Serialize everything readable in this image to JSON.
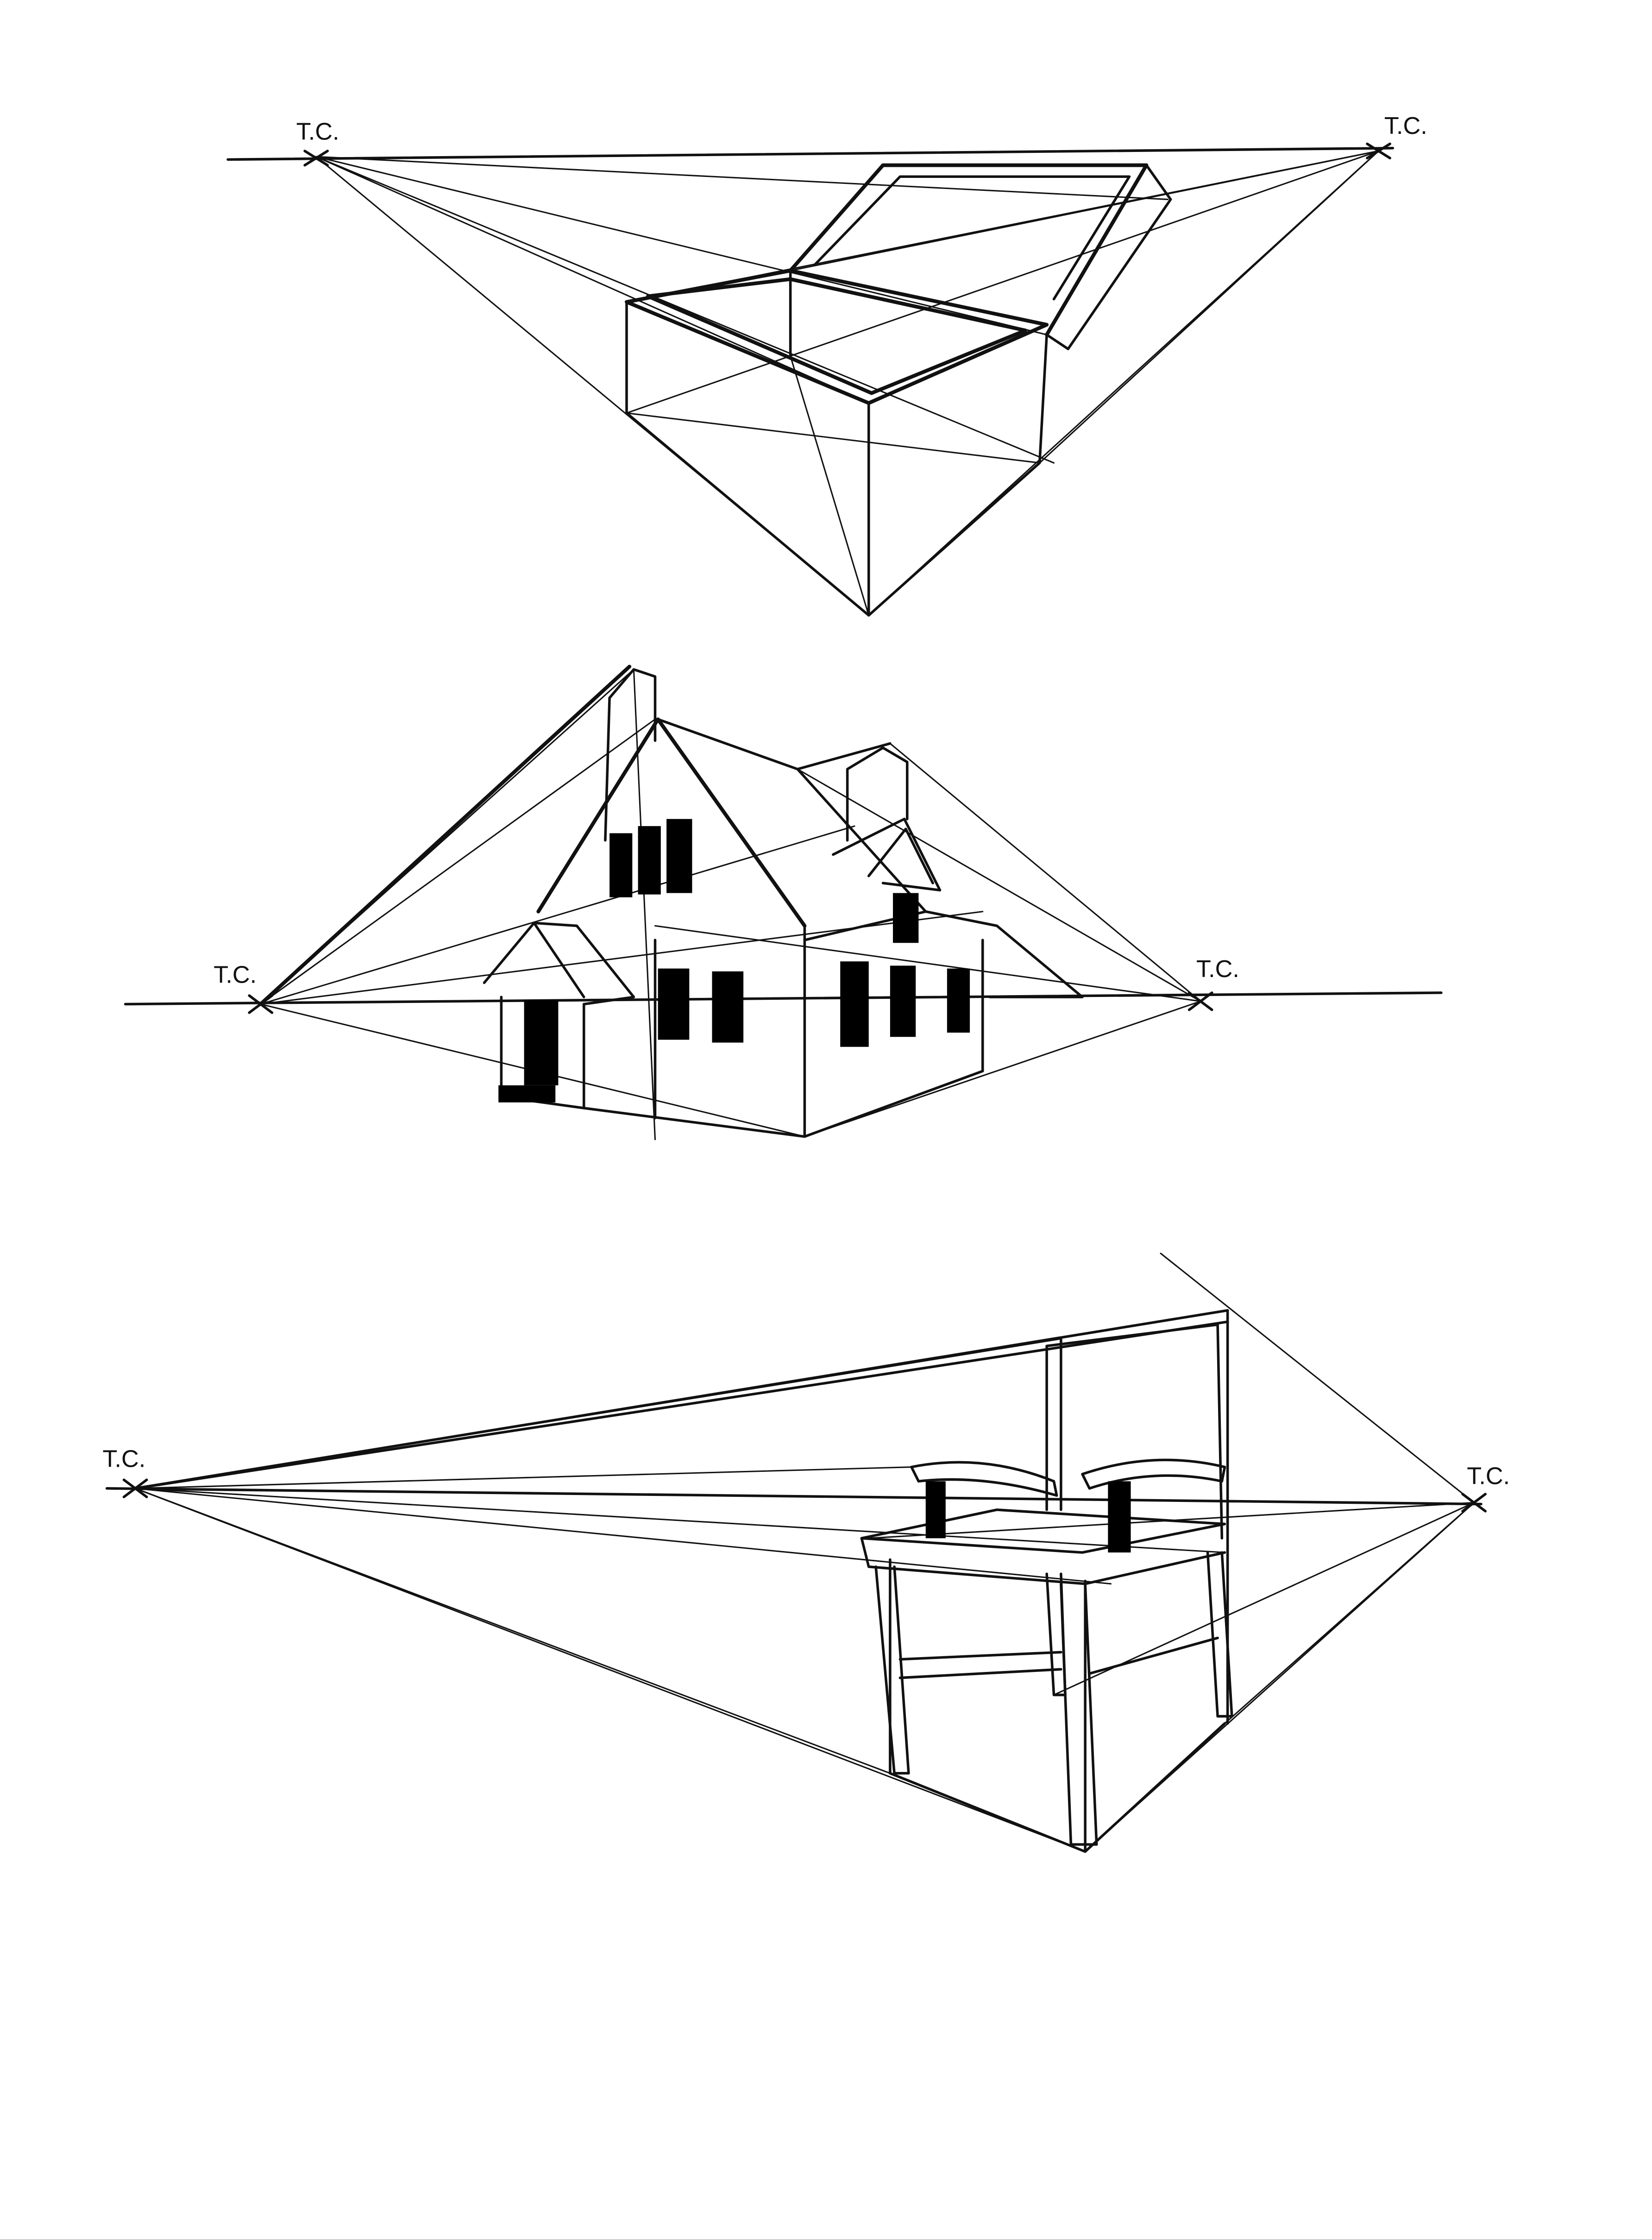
{
  "figures": [
    {
      "name": "box",
      "vp_left_label": "T.C.",
      "vp_right_label": "T.C."
    },
    {
      "name": "house",
      "vp_left_label": "T.C.",
      "vp_right_label": "T.C."
    },
    {
      "name": "chair",
      "vp_left_label": "T.C.",
      "vp_right_label": "T.C."
    }
  ],
  "colors": {
    "ink": "#111111",
    "paper": "#ffffff"
  }
}
